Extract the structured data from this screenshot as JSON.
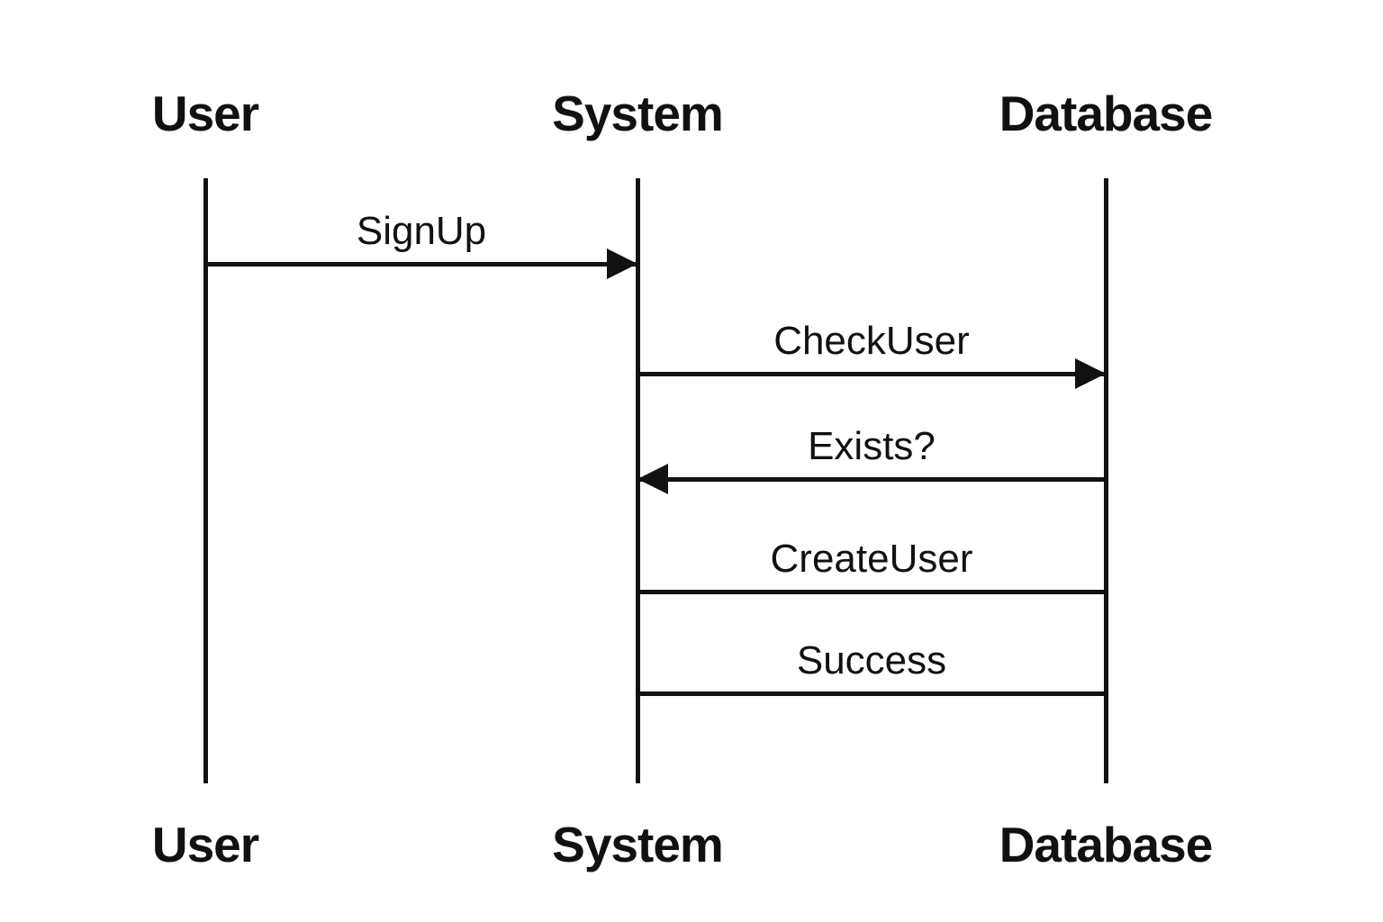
{
  "diagram": {
    "type": "sequence-diagram",
    "colors": {
      "line": "#111111",
      "text": "#111111",
      "background": "#ffffff"
    },
    "actors": [
      {
        "name": "User"
      },
      {
        "name": "System"
      },
      {
        "name": "Database"
      }
    ],
    "messages": [
      {
        "label": "SignUp",
        "from": "User",
        "to": "System",
        "arrowhead": "right"
      },
      {
        "label": "CheckUser",
        "from": "System",
        "to": "Database",
        "arrowhead": "right"
      },
      {
        "label": "Exists?",
        "from": "Database",
        "to": "System",
        "arrowhead": "left"
      },
      {
        "label": "CreateUser",
        "from": "System",
        "to": "Database",
        "arrowhead": "none"
      },
      {
        "label": "Success",
        "from": "Database",
        "to": "System",
        "arrowhead": "none"
      }
    ]
  }
}
